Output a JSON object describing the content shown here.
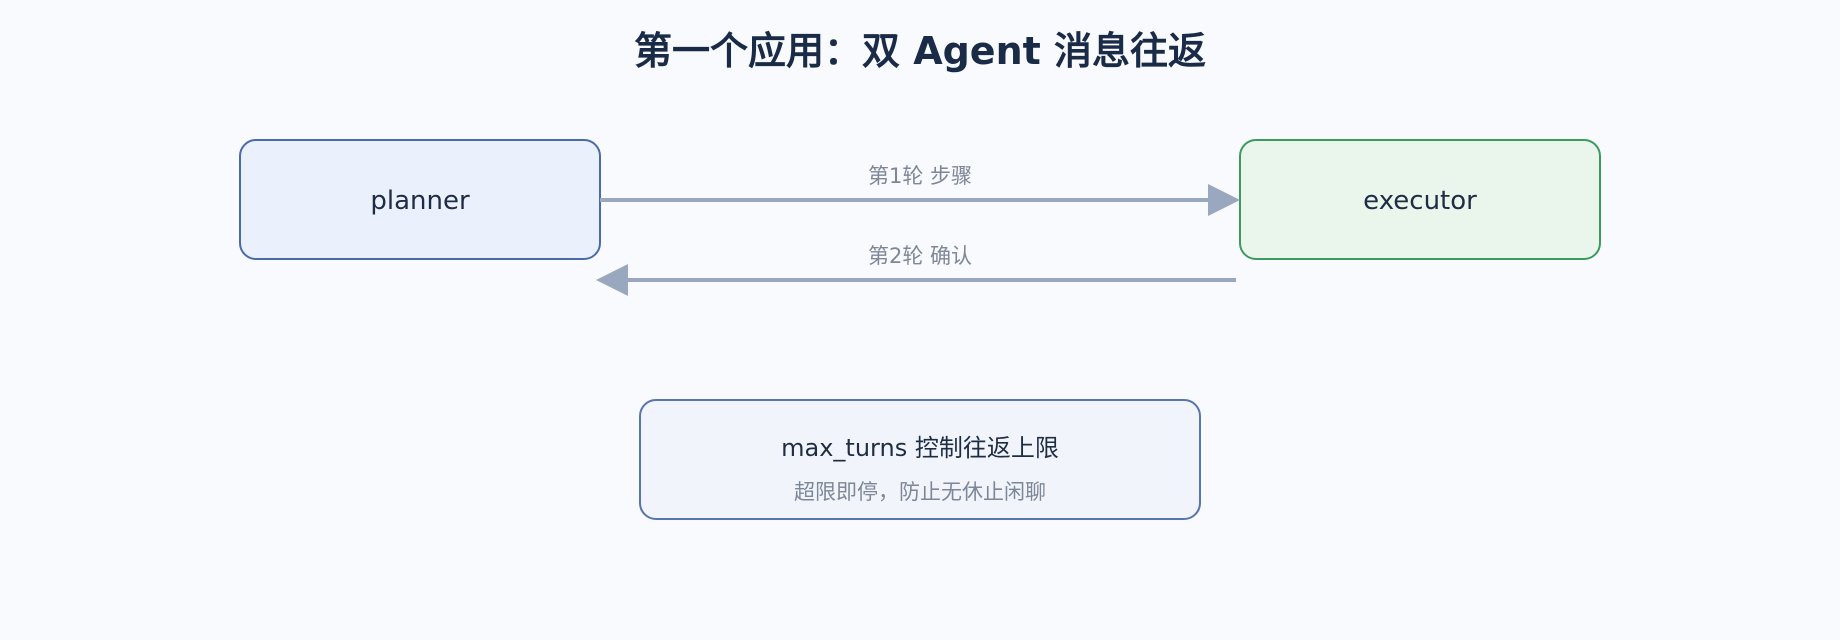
{
  "title": "第一个应用：双 Agent 消息往返",
  "nodes": {
    "planner": {
      "label": "planner"
    },
    "executor": {
      "label": "executor"
    }
  },
  "edges": [
    {
      "from": "planner",
      "to": "executor",
      "label": "第1轮 步骤"
    },
    {
      "from": "executor",
      "to": "planner",
      "label": "第2轮 确认"
    }
  ],
  "note": {
    "title": "max_turns 控制往返上限",
    "subtitle": "超限即停，防止无休止闲聊"
  },
  "colors": {
    "background": "#f8fafd",
    "planner_fill": "#eaf1fc",
    "planner_stroke": "#4a6aa8",
    "executor_fill": "#eaf5ec",
    "executor_stroke": "#3d9a5f",
    "note_fill": "#f1f5fb",
    "note_stroke": "#5a74ad",
    "arrow": "#9aa8bf",
    "title": "#1a2b47"
  }
}
